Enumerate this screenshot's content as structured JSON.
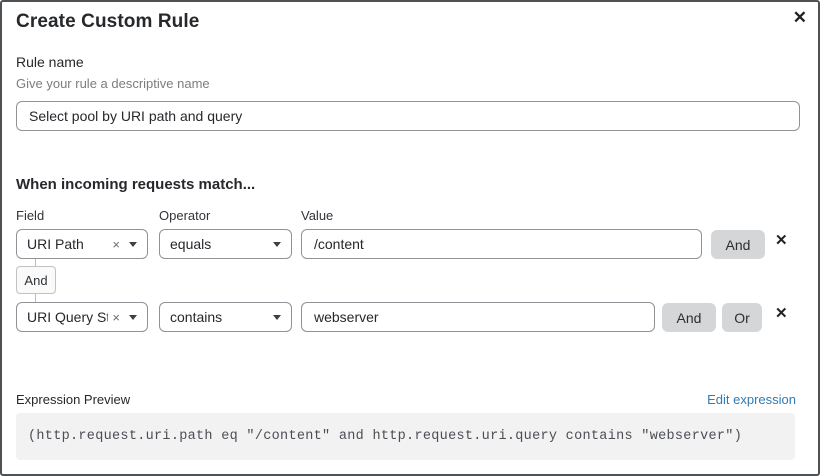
{
  "dialog": {
    "title": "Create Custom Rule",
    "close_icon": "✕"
  },
  "rule_name": {
    "label": "Rule name",
    "hint": "Give your rule a descriptive name",
    "value": "Select pool by URI path and query"
  },
  "match_section": {
    "heading": "When incoming requests match...",
    "columns": {
      "field": "Field",
      "operator": "Operator",
      "value": "Value"
    },
    "rows": [
      {
        "field": "URI Path",
        "operator": "equals",
        "value": "/content",
        "buttons": [
          "And"
        ]
      },
      {
        "field": "URI Query St...",
        "operator": "contains",
        "value": "webserver",
        "buttons": [
          "And",
          "Or"
        ]
      }
    ],
    "connector": "And",
    "clear_icon": "×",
    "remove_icon": "✕"
  },
  "expression": {
    "label": "Expression Preview",
    "edit_link": "Edit expression",
    "code": "(http.request.uri.path eq \"/content\" and http.request.uri.query contains \"webserver\")"
  },
  "colors": {
    "accent_blue": "#2e7cb8",
    "button_gray": "#d5d6d8",
    "border_gray": "#8f9296",
    "code_bg": "#f2f2f3"
  }
}
